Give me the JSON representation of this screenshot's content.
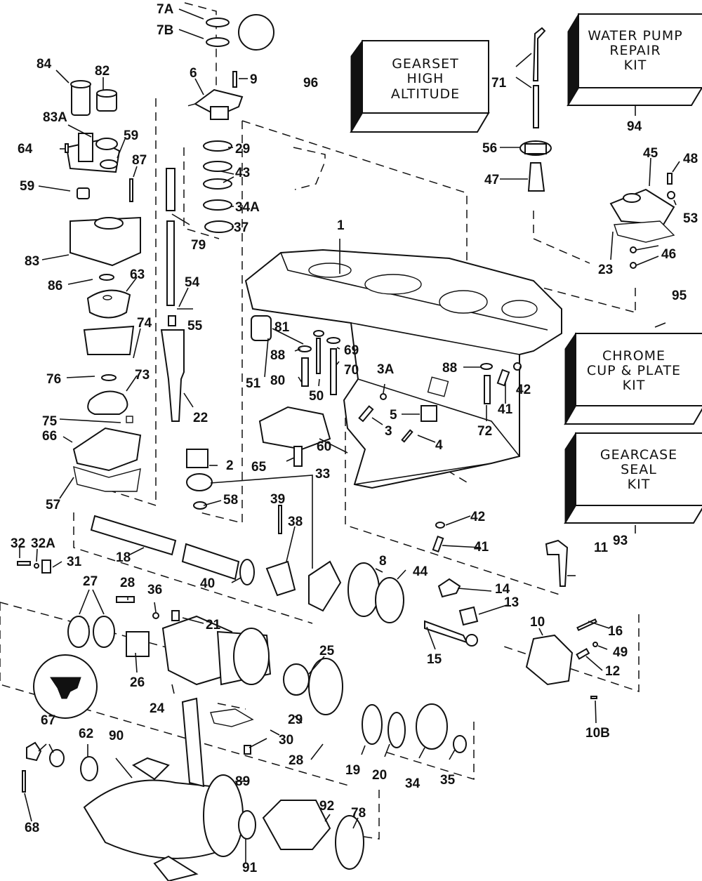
{
  "diagram": {
    "title": "Gearcase exploded parts diagram",
    "kits": [
      {
        "id": "96",
        "lines": [
          "GEARSET",
          "HIGH",
          "ALTITUDE"
        ]
      },
      {
        "id": "94",
        "lines": [
          "WATER PUMP",
          "REPAIR",
          "KIT"
        ]
      },
      {
        "id": "95",
        "lines": [
          "CHROME",
          "CUP & PLATE",
          "KIT"
        ]
      },
      {
        "id": "93",
        "lines": [
          "GEARCASE",
          "SEAL",
          "KIT"
        ]
      }
    ],
    "callouts": {
      "c1": "1",
      "c2": "2",
      "c3": "3",
      "c3A": "3A",
      "c4": "4",
      "c5": "5",
      "c6": "6",
      "c7A": "7A",
      "c7B": "7B",
      "c8": "8",
      "c9": "9",
      "c10": "10",
      "c10B": "10B",
      "c11": "11",
      "c12": "12",
      "c13": "13",
      "c14": "14",
      "c15": "15",
      "c16": "16",
      "c18": "18",
      "c19": "19",
      "c20": "20",
      "c21": "21",
      "c22": "22",
      "c23": "23",
      "c24": "24",
      "c25": "25",
      "c26": "26",
      "c27": "27",
      "c28a": "28",
      "c28b": "28",
      "c29a": "29",
      "c29b": "29",
      "c30": "30",
      "c31": "31",
      "c32": "32",
      "c32A": "32A",
      "c33": "33",
      "c34": "34",
      "c34A": "34A",
      "c35": "35",
      "c36": "36",
      "c37": "37",
      "c38": "38",
      "c39": "39",
      "c40": "40",
      "c41a": "41",
      "c41b": "41",
      "c42a": "42",
      "c42b": "42",
      "c43": "43",
      "c44": "44",
      "c45": "45",
      "c46": "46",
      "c47": "47",
      "c48": "48",
      "c49": "49",
      "c50": "50",
      "c51": "51",
      "c53": "53",
      "c54": "54",
      "c55": "55",
      "c56": "56",
      "c57": "57",
      "c58": "58",
      "c59a": "59",
      "c59b": "59",
      "c60": "60",
      "c62": "62",
      "c63": "63",
      "c64": "64",
      "c65": "65",
      "c66": "66",
      "c67": "67",
      "c68": "68",
      "c69": "69",
      "c70": "70",
      "c71": "71",
      "c72": "72",
      "c73": "73",
      "c74": "74",
      "c75": "75",
      "c76": "76",
      "c78": "78",
      "c79": "79",
      "c80": "80",
      "c81": "81",
      "c82": "82",
      "c83": "83",
      "c83A": "83A",
      "c84": "84",
      "c86": "86",
      "c87": "87",
      "c88a": "88",
      "c88b": "88",
      "c89": "89",
      "c90": "90",
      "c91": "91",
      "c92": "92",
      "c93": "93",
      "c94": "94",
      "c95": "95",
      "c96": "96"
    }
  }
}
